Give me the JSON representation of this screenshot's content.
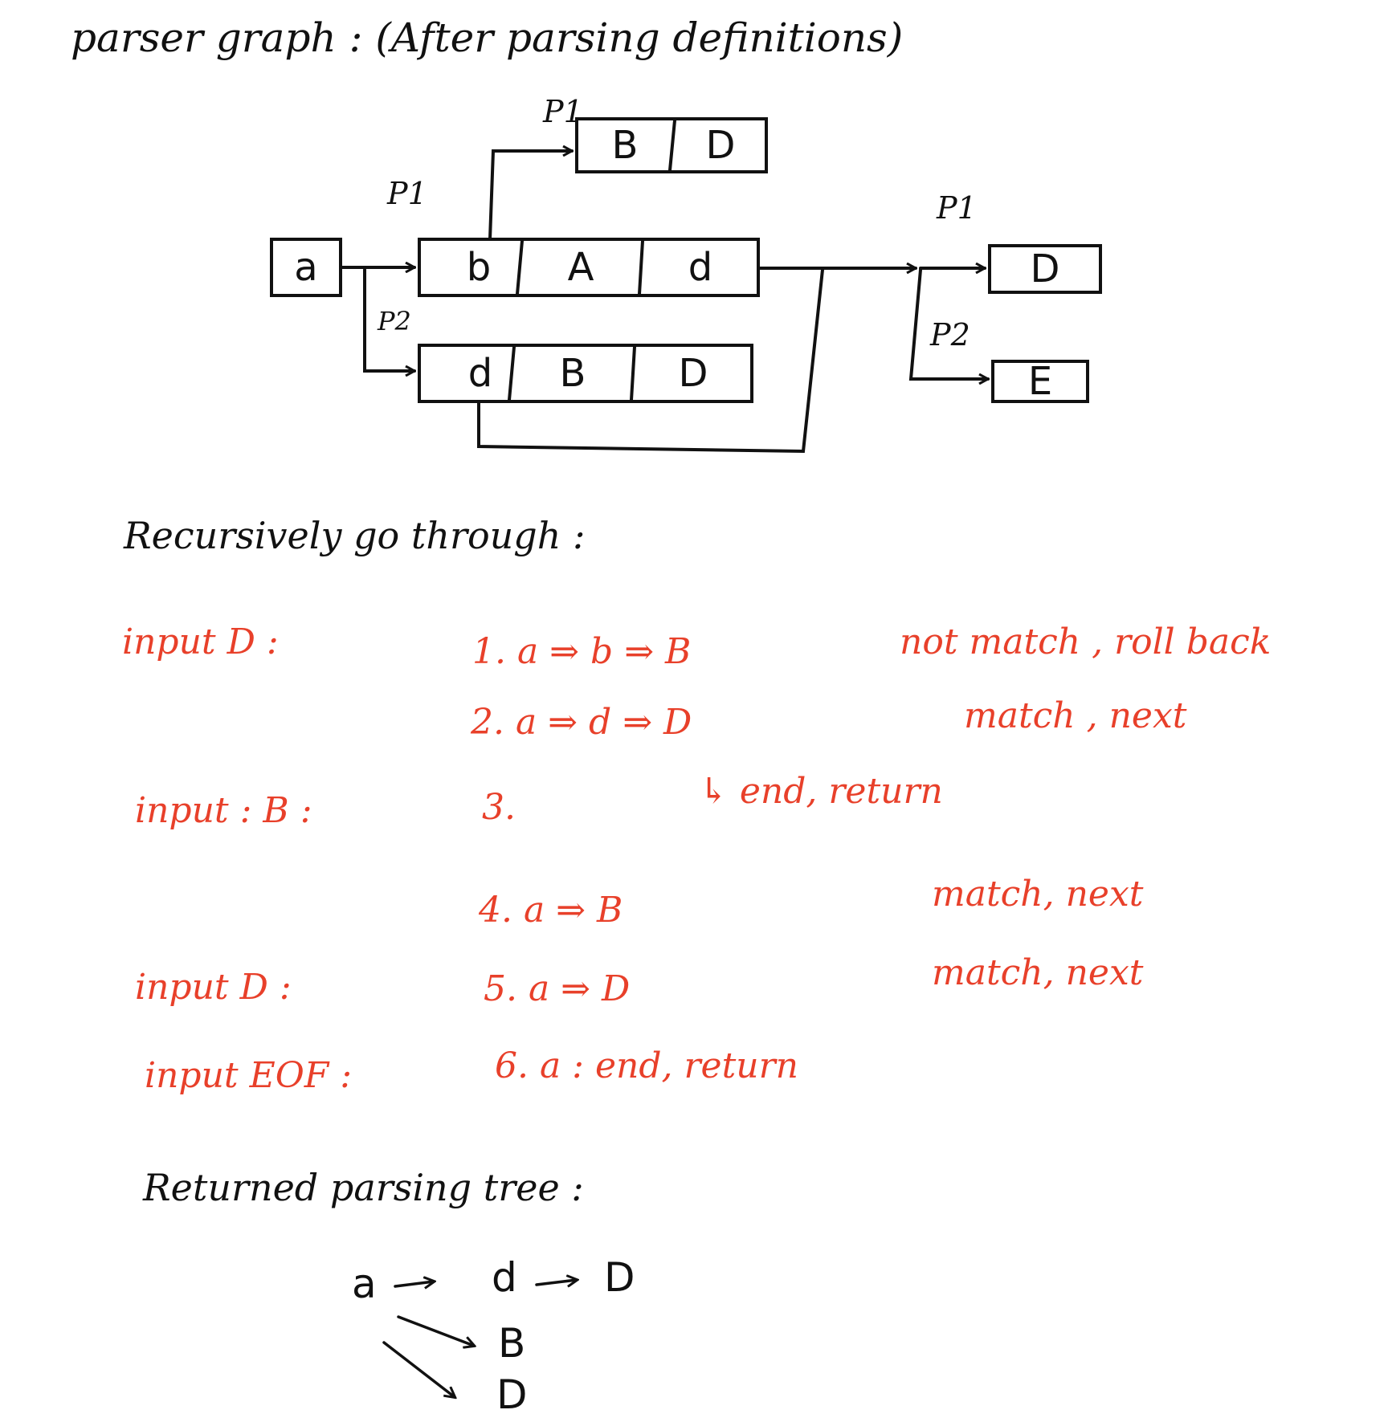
{
  "title": "parser graph : (After parsing definitions)",
  "graph": {
    "start_node": "a",
    "p1_label": "P1",
    "p2_label": "P2",
    "p1_path": [
      "b",
      "A",
      "d"
    ],
    "p2_path": [
      "d",
      "B",
      "D"
    ],
    "sub_p1_label": "P1",
    "sub_p1_path": [
      "B",
      "D"
    ],
    "right_p1_label": "P1",
    "right_p1_node": "D",
    "right_p2_label": "P2",
    "right_p2_node": "E"
  },
  "recursion": {
    "heading": "Recursively go through :",
    "rows": [
      {
        "input": "input D :",
        "step": "1. a ⇒ b ⇒ B",
        "result": "not match , roll back"
      },
      {
        "input": "",
        "step": "2. a ⇒ d ⇒ D",
        "result": "match , next"
      },
      {
        "input": "input : B :",
        "step": "3.",
        "result": "↳ end, return"
      },
      {
        "input": "",
        "step": "4. a ⇒ B",
        "result": "match, next"
      },
      {
        "input": "input D :",
        "step": "5. a ⇒ D",
        "result": "match, next"
      },
      {
        "input": "input EOF :",
        "step": "6. a : end, return",
        "result": ""
      }
    ]
  },
  "tree": {
    "heading": "Returned parsing tree :",
    "root": "a",
    "child1": "d",
    "grandchild": "D",
    "child2": "B",
    "child3": "D"
  },
  "colors": {
    "ink": "#111111",
    "annotation": "#e8402a"
  }
}
